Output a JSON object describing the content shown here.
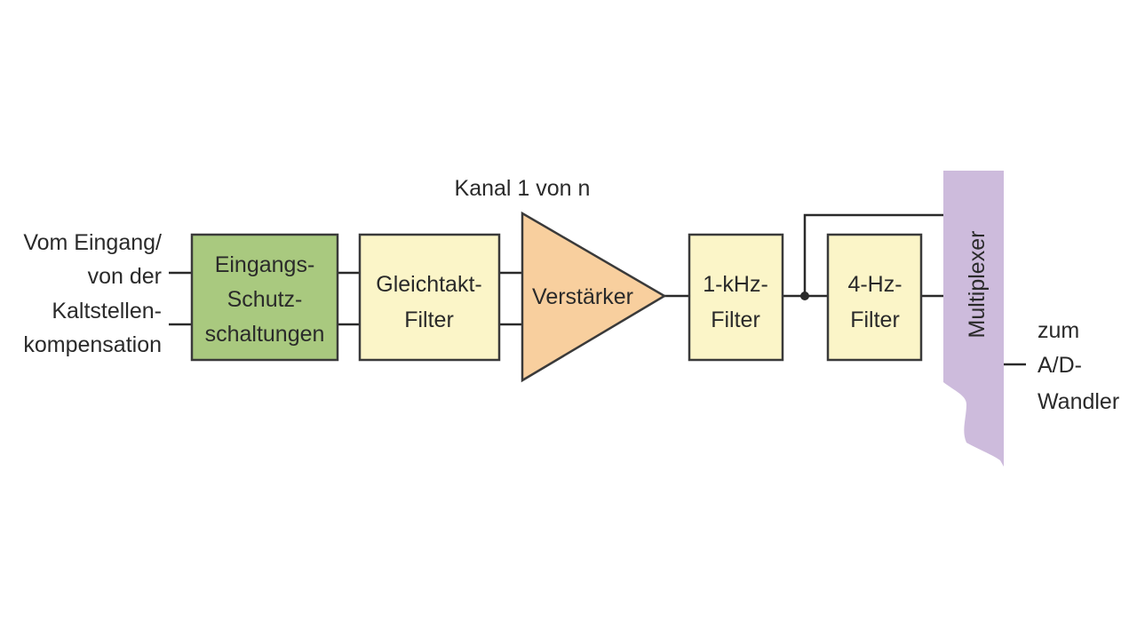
{
  "diagram": {
    "input_label": [
      "Vom Eingang/",
      "von der",
      "Kaltstellen-",
      "kompensation"
    ],
    "channel_label": "Kanal 1 von n",
    "blocks": {
      "protection": [
        "Eingangs-",
        "Schutz-",
        "schaltungen"
      ],
      "common_mode_filter": [
        "Gleichtakt-",
        "Filter"
      ],
      "amplifier": "Verstärker",
      "filter_1khz": [
        "1-kHz-",
        "Filter"
      ],
      "filter_4hz": [
        "4-Hz-",
        "Filter"
      ],
      "multiplexer": "Multiplexer"
    },
    "output_label": [
      "zum",
      "A/D-",
      "Wandler"
    ],
    "colors": {
      "protection": "#a9c97f",
      "filter": "#fbf5c8",
      "amplifier": "#f8cf9e",
      "multiplexer": "#cdbbdc",
      "line": "#2a2a2a"
    }
  }
}
